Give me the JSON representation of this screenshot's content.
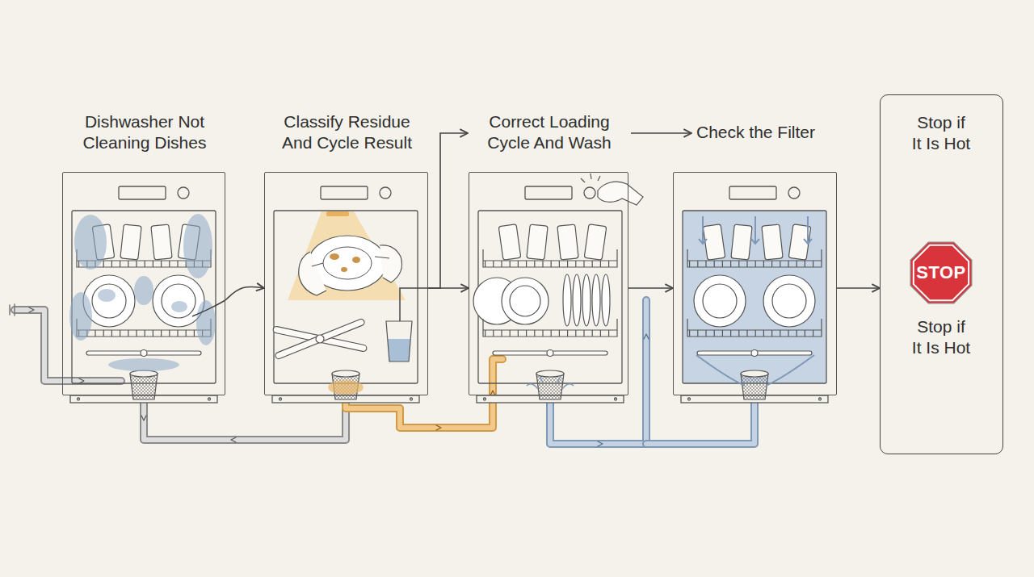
{
  "diagram": {
    "nodes": [
      {
        "text": [
          "Dishwasher Not Cleaning Dishes"
        ]
      },
      {
        "text": [
          "Classify Residue And Cycle Result"
        ]
      },
      {
        "text": [
          "Correct Loading Cycle And Wash"
        ]
      },
      {
        "text": [
          "Check the Filter"
        ]
      },
      {
        "text": [
          "Stop if It Is Hot",
          "Stop if It Is Hot"
        ]
      },
      {
        "text": [
          "STOP"
        ],
        "in": 4
      }
    ],
    "edges": [
      {
        "from": 0,
        "to": 1,
        "arrow": "to"
      },
      {
        "from": 1,
        "to": 2,
        "arrow": "to"
      },
      {
        "from": 1,
        "to": 2,
        "arrow": "to"
      },
      {
        "from": 2,
        "to": 3,
        "arrow": "to"
      },
      {
        "from": 2,
        "to": 3,
        "arrow": "to"
      },
      {
        "from": 3,
        "to": 4,
        "arrow": "to"
      }
    ]
  }
}
